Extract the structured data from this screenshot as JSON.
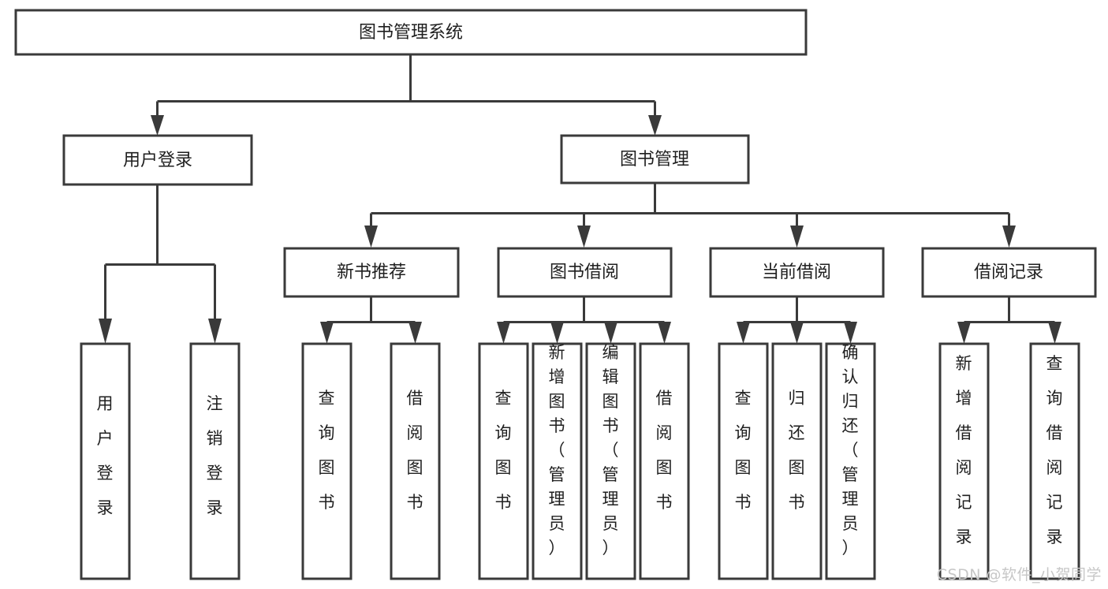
{
  "diagram": {
    "type": "tree-hierarchy",
    "title": "图书管理系统",
    "watermark": "CSDN @软件_小贺同学",
    "colors": {
      "stroke": "#3a3a3a",
      "fill": "#ffffff",
      "text": "#1f1f1f",
      "watermark": "#c7c7c7",
      "background": "#ffffff"
    },
    "levels": {
      "root": "图书管理系统",
      "level2": [
        "用户登录",
        "图书管理"
      ],
      "level3": [
        "新书推荐",
        "图书借阅",
        "当前借阅",
        "借阅记录"
      ]
    },
    "nodes": {
      "root": {
        "label": "图书管理系统",
        "orientation": "horizontal"
      },
      "user_login": {
        "label": "用户登录",
        "orientation": "horizontal"
      },
      "book_manage": {
        "label": "图书管理",
        "orientation": "horizontal"
      },
      "new_book_rec": {
        "label": "新书推荐",
        "orientation": "horizontal"
      },
      "book_borrow": {
        "label": "图书借阅",
        "orientation": "horizontal"
      },
      "current_borrow": {
        "label": "当前借阅",
        "orientation": "horizontal"
      },
      "borrow_record": {
        "label": "借阅记录",
        "orientation": "horizontal"
      },
      "leaf_user_login": {
        "label": "用户登录",
        "orientation": "vertical"
      },
      "leaf_logout": {
        "label": "注销登录",
        "orientation": "vertical"
      },
      "leaf_query_book_1": {
        "label": "查询图书",
        "orientation": "vertical"
      },
      "leaf_borrow_book_1": {
        "label": "借阅图书",
        "orientation": "vertical"
      },
      "leaf_query_book_2": {
        "label": "查询图书",
        "orientation": "vertical"
      },
      "leaf_add_book": {
        "label": "新增图书（管理员）",
        "orientation": "vertical"
      },
      "leaf_edit_book": {
        "label": "编辑图书（管理员）",
        "orientation": "vertical"
      },
      "leaf_borrow_book_2": {
        "label": "借阅图书",
        "orientation": "vertical"
      },
      "leaf_query_book_3": {
        "label": "查询图书",
        "orientation": "vertical"
      },
      "leaf_return_book": {
        "label": "归还图书",
        "orientation": "vertical"
      },
      "leaf_confirm_return": {
        "label": "确认归还（管理员）",
        "orientation": "vertical"
      },
      "leaf_add_record": {
        "label": "新增借阅记录",
        "orientation": "vertical"
      },
      "leaf_query_record": {
        "label": "查询借阅记录",
        "orientation": "vertical"
      }
    },
    "groups": [
      {
        "parent": "用户登录",
        "children": [
          "用户登录",
          "注销登录"
        ]
      },
      {
        "parent": "新书推荐",
        "children": [
          "查询图书",
          "借阅图书"
        ]
      },
      {
        "parent": "图书借阅",
        "children": [
          "查询图书",
          "新增图书（管理员）",
          "编辑图书（管理员）",
          "借阅图书"
        ]
      },
      {
        "parent": "当前借阅",
        "children": [
          "查询图书",
          "归还图书",
          "确认归还（管理员）"
        ]
      },
      {
        "parent": "借阅记录",
        "children": [
          "新增借阅记录",
          "查询借阅记录"
        ]
      }
    ]
  }
}
